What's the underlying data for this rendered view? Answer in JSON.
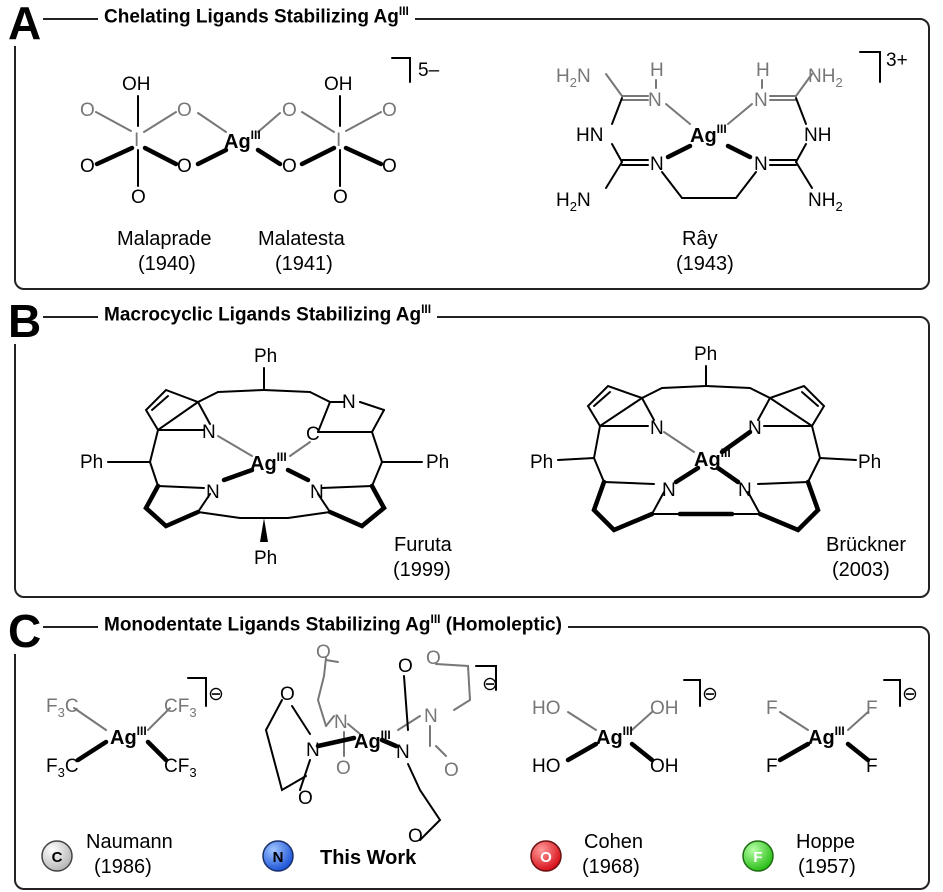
{
  "panels": {
    "A": {
      "letter": "A",
      "title": "Chelating Ligands Stabilizing Ag",
      "title_sup": "III"
    },
    "B": {
      "letter": "B",
      "title": "Macrocyclic Ligands Stabilizing Ag",
      "title_sup": "III"
    },
    "C": {
      "letter": "C",
      "title": "Monodentate Ligands Stabilizing Ag",
      "title_sup": "III",
      "title_suffix": " (Homoleptic)"
    }
  },
  "common": {
    "ag": "Ag",
    "ag_ox": "III",
    "oh": "OH",
    "ho": "HO",
    "o": "O",
    "i": "I",
    "n": "N",
    "c": "C",
    "f": "F",
    "ph": "Ph",
    "h": "H",
    "hn": "HN",
    "nh": "NH",
    "h2n_main": "H",
    "h2n_sub": "2",
    "h2n_tail": "N",
    "nh2_main": "NH",
    "nh2_sub": "2",
    "f3c_main": "F",
    "f3c_sub": "3",
    "f3c_tail": "C",
    "cf3_main": "CF",
    "cf3_sub": "3",
    "minus": "⊖"
  },
  "charges": {
    "a_left": "5–",
    "a_right": "3+"
  },
  "citations": {
    "malaprade": {
      "name": "Malaprade",
      "year": "(1940)"
    },
    "malatesta": {
      "name": "Malatesta",
      "year": "(1941)"
    },
    "ray": {
      "name": "Rây",
      "year": "(1943)"
    },
    "furuta": {
      "name": "Furuta",
      "year": "(1999)"
    },
    "bruckner": {
      "name": "Brückner",
      "year": "(2003)"
    },
    "naumann": {
      "name": "Naumann",
      "year": "(1986)",
      "badge": "C",
      "badge_color": "#d4d4d4"
    },
    "this_work": {
      "name": "This Work",
      "badge": "N",
      "badge_color": "#2f6ff0"
    },
    "cohen": {
      "name": "Cohen",
      "year": "(1968)",
      "badge": "O",
      "badge_color": "#e8202a"
    },
    "hoppe": {
      "name": "Hoppe",
      "year": "(1957)",
      "badge": "F",
      "badge_color": "#3fd22a"
    }
  },
  "colors": {
    "ligand_grey": "#777777",
    "frame": "#222222"
  }
}
